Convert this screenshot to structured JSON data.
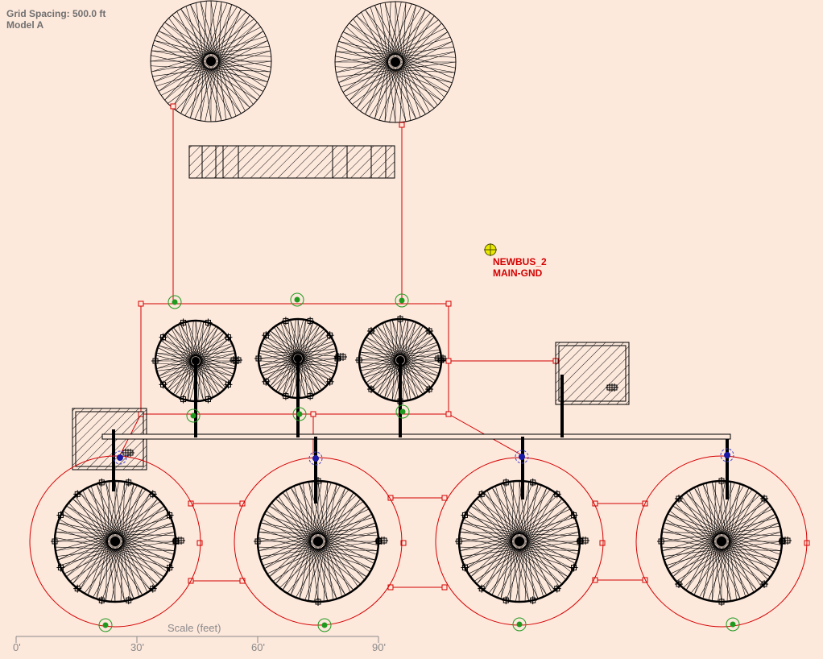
{
  "header": {
    "grid_spacing": "Grid Spacing: 500.0 ft",
    "model": "Model A"
  },
  "node": {
    "name": "NEWBUS_2",
    "group": "MAIN-GND"
  },
  "scale": {
    "title": "Scale (feet)",
    "ticks": [
      "0'",
      "30'",
      "60'",
      "90'"
    ]
  },
  "colors": {
    "background": "#fde8dc",
    "ink": "#000000",
    "connection": "#d40000",
    "ground_marker": "#1f9a1f",
    "bus_marker": "#1a1aa8",
    "node_marker": "#e8e800"
  },
  "icons": [
    "node-crosshair-icon",
    "ground-marker-icon",
    "bus-marker-icon"
  ]
}
